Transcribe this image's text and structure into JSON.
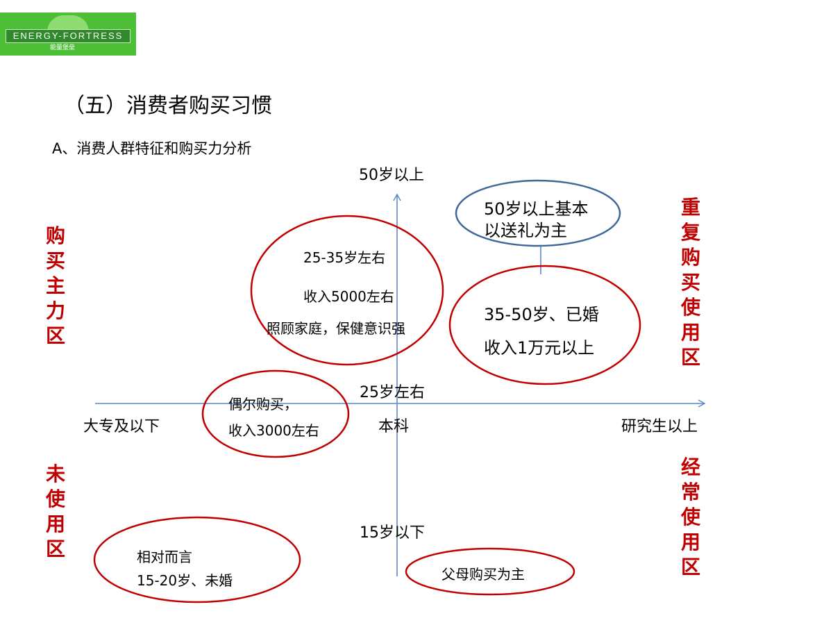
{
  "logo": {
    "text": "ENERGY-FORTRESS",
    "subtext": "能量堡垒"
  },
  "title": "（五）消费者购买习惯",
  "subtitle": "A、消费人群特征和购买力分析",
  "axes": {
    "top": "50岁以上",
    "middle": "25岁左右",
    "bottom": "15岁以下",
    "left": "大专及以下",
    "center": "本科",
    "right": "研究生以上"
  },
  "zones": {
    "top_left": "购买主力区",
    "bottom_left": "未使用区",
    "top_right": "重复购买使用区",
    "bottom_right": "经常使用区"
  },
  "bubbles": {
    "young_family": [
      "25-35岁左右",
      "收入5000左右",
      "照顾家庭，保健意识强"
    ],
    "married": [
      "35-50岁、已婚",
      "收入1万元以上"
    ],
    "senior": [
      "50岁以上基本",
      "以送礼为主"
    ],
    "occasional": [
      "偶尔购买，",
      "收入3000左右"
    ],
    "unmarried": [
      "相对而言",
      "15-20岁、未婚"
    ],
    "child": [
      "父母购买为主"
    ]
  },
  "colors": {
    "red": "#c00000",
    "axis": "#5b8bc8",
    "senior_ellipse": "#3f6797"
  }
}
